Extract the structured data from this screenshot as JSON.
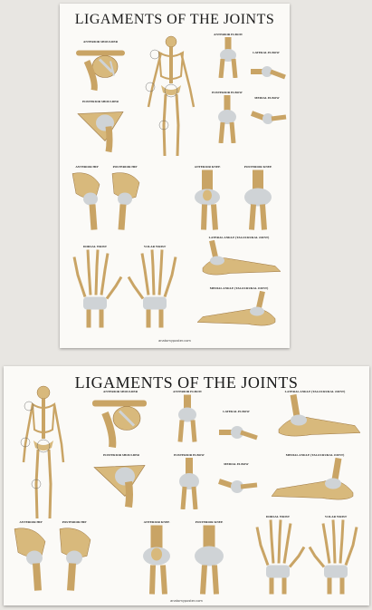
{
  "poster_top": {
    "title": "LIGAMENTS OF THE JOINTS",
    "website": "anatomyposter.com",
    "panels": {
      "anterior_shoulder": "ANTERIOR SHOULDER",
      "posterior_shoulder": "POSTERIOR SHOULDER",
      "anterior_elbow": "ANTERIOR ELBOW",
      "lateral_elbow": "LATERAL ELBOW",
      "posterior_elbow": "POSTERIOR ELBOW",
      "medial_elbow": "MEDIAL ELBOW",
      "anterior_hip": "ANTERIOR HIP",
      "posterior_hip": "POSTERIOR HIP",
      "anterior_knee": "ANTERIOR KNEE",
      "posterior_knee": "POSTERIOR KNEE",
      "dorsal_wrist": "DORSAL WRIST",
      "volar_wrist": "VOLAR WRIST",
      "lateral_ankle": "LATERAL ANKLE (TALOCRURAL JOINT)",
      "medial_ankle": "MEDIAL ANKLE (TALOCRURAL JOINT)"
    }
  },
  "poster_bottom": {
    "title": "LIGAMENTS OF THE JOINTS",
    "website": "anatomyposter.com",
    "panels": {
      "anterior_shoulder": "ANTERIOR SHOULDER",
      "posterior_shoulder": "POSTERIOR SHOULDER",
      "anterior_elbow": "ANTERIOR ELBOW",
      "lateral_elbow": "LATERAL ELBOW",
      "posterior_elbow": "POSTERIOR ELBOW",
      "medial_elbow": "MEDIAL ELBOW",
      "lateral_ankle": "LATERAL ANKLE (TALOCRURAL JOINT)",
      "medial_ankle": "MEDIAL ANKLE (TALOCRURAL JOINT)",
      "anterior_hip": "ANTERIOR HIP",
      "posterior_hip": "POSTERIOR HIP",
      "anterior_knee": "ANTERIOR KNEE",
      "posterior_knee": "POSTERIOR KNEE",
      "dorsal_wrist": "DORSAL WRIST",
      "volar_wrist": "VOLAR WRIST"
    }
  },
  "colors": {
    "bone": "#d8b97c",
    "bone_dark": "#9a7440",
    "ligament": "#cfd3d6",
    "label_text": "#222222"
  }
}
